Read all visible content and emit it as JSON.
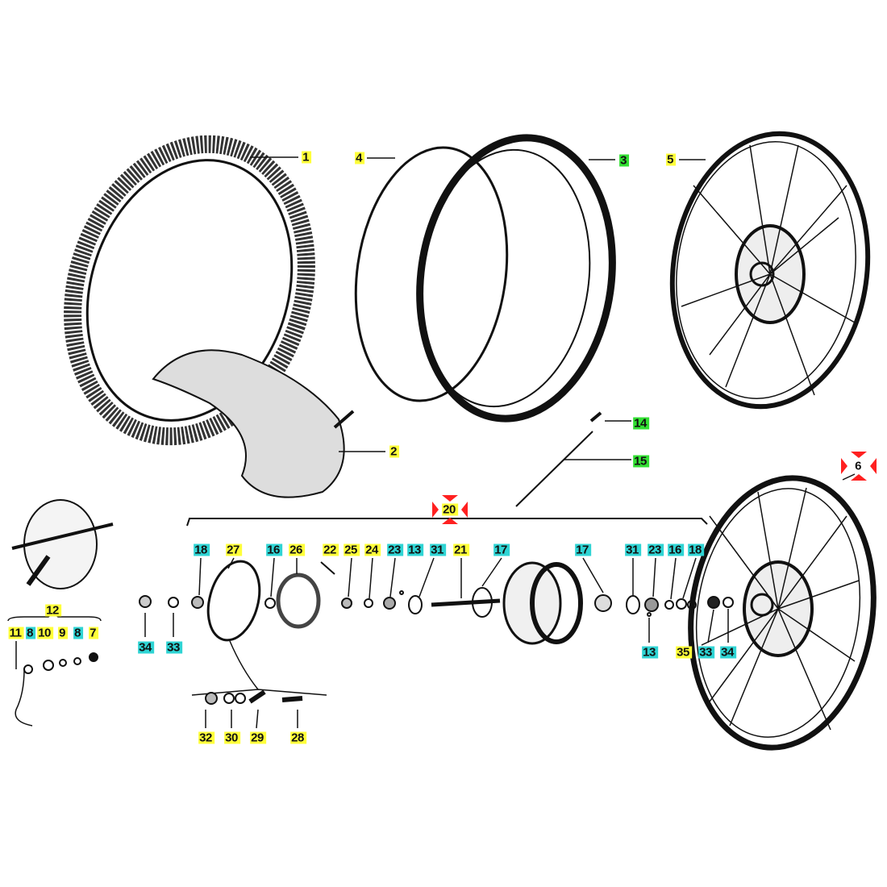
{
  "colors": {
    "yellow": "#ffff3a",
    "cyan": "#2fd4d4",
    "green": "#33e033",
    "marker_red": "#ff2020"
  },
  "labels": {
    "l1": "1",
    "l2": "2",
    "l3": "3",
    "l4": "4",
    "l5": "5",
    "l6": "6",
    "l14": "14",
    "l15": "15",
    "l20": "20",
    "r18a": "18",
    "r27": "27",
    "r16a": "16",
    "r26": "26",
    "r22": "22",
    "r25": "25",
    "r24": "24",
    "r23a": "23",
    "r13a": "13",
    "r31a": "31",
    "r21": "21",
    "r17a": "17",
    "r17b": "17",
    "r31b": "31",
    "r23b": "23",
    "r16b": "16",
    "r18b": "18",
    "b34a": "34",
    "b33a": "33",
    "b13b": "13",
    "b35": "35",
    "b33b": "33",
    "b34b": "34",
    "g12": "12",
    "g11": "11",
    "g8a": "8",
    "g10": "10",
    "g9": "9",
    "g8b": "8",
    "g7": "7",
    "s32": "32",
    "s30": "30",
    "s29": "29",
    "s28": "28"
  }
}
